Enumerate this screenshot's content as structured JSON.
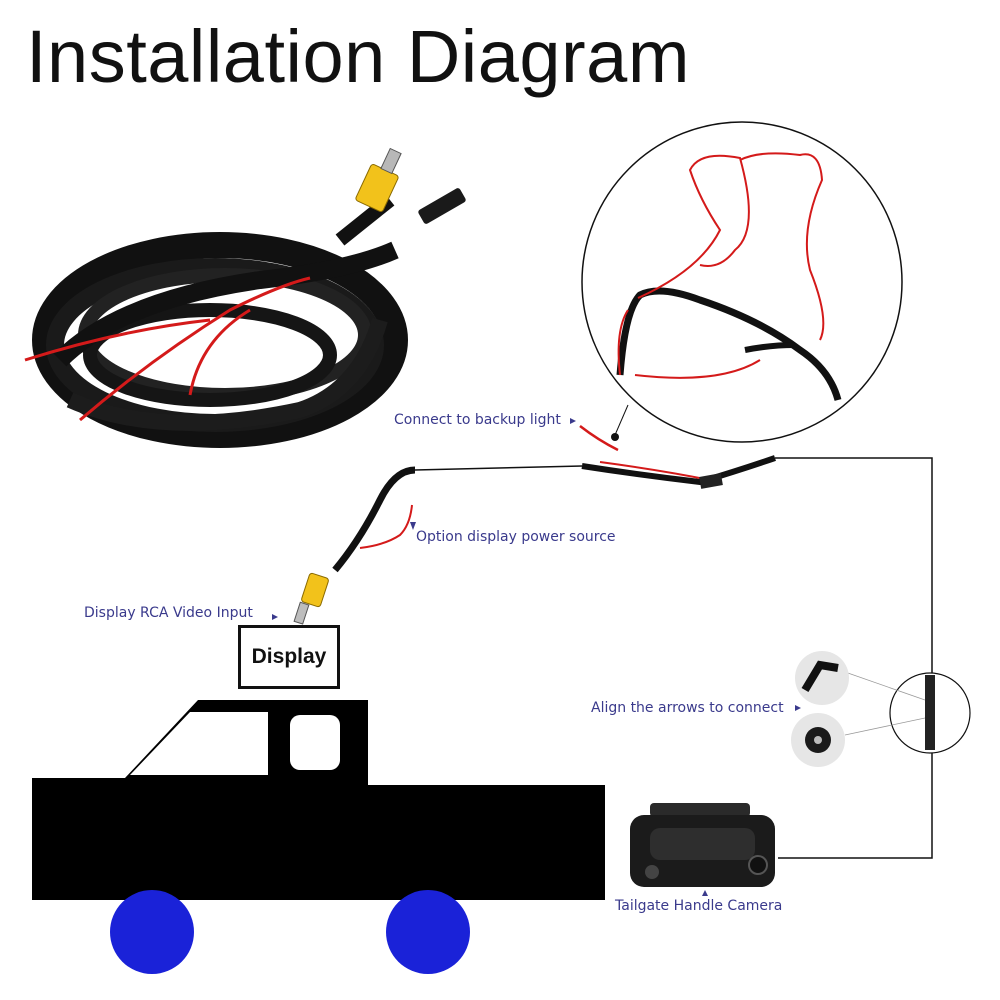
{
  "title": "Installation Diagram",
  "labels": {
    "backup_light": "Connect to backup light",
    "power_source": "Option display power source",
    "rca_input": "Display RCA Video Input",
    "display": "Display",
    "align_arrows": "Align the arrows to connect",
    "tailgate_camera": "Tailgate Handle Camera"
  },
  "colors": {
    "label_text": "#3a3a8c",
    "wire_red": "#d41a1a",
    "rca_yellow": "#f2c21b",
    "truck": "#000000",
    "wheel": "#1a22d8"
  }
}
